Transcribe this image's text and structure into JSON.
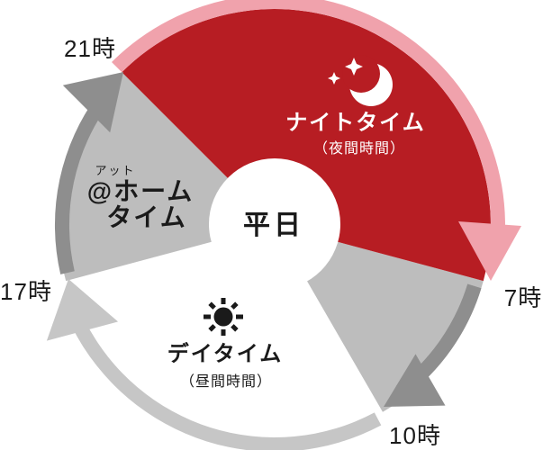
{
  "center": {
    "label": "平日"
  },
  "colors": {
    "night_red": "#b71d23",
    "night_arrow_pink": "#f0a2ac",
    "home_gray": "#bdbdbd",
    "arrow_dark_gray": "#8e8e8e",
    "arrow_light_gray": "#c6c6c6",
    "day_white": "#ffffff",
    "text_black": "#1a1a1a",
    "text_white": "#ffffff"
  },
  "night": {
    "label": "ナイトタイム",
    "sublabel": "（夜間時間）",
    "icon": "moon-stars-icon"
  },
  "day": {
    "label": "デイタイム",
    "sublabel": "（昼間時間）",
    "icon": "sun-icon"
  },
  "home": {
    "furigana": "アット",
    "line1": "@ホーム",
    "line2": "タイム"
  },
  "hours": {
    "h21": "21時",
    "h7": "7時",
    "h17": "17時",
    "h10": "10時"
  }
}
